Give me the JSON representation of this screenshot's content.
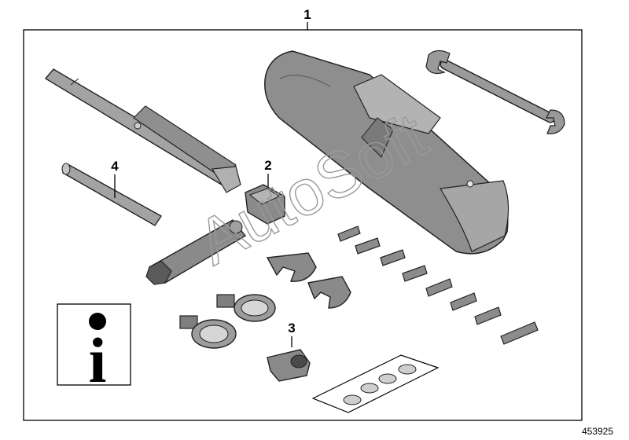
{
  "diagram": {
    "main_label": "1",
    "callouts": {
      "socket_adapter": "2",
      "bit_socket": "3",
      "tommy_bar": "4"
    },
    "part_number": "453925",
    "watermark": "AutoSoft",
    "info_symbol": "i"
  }
}
